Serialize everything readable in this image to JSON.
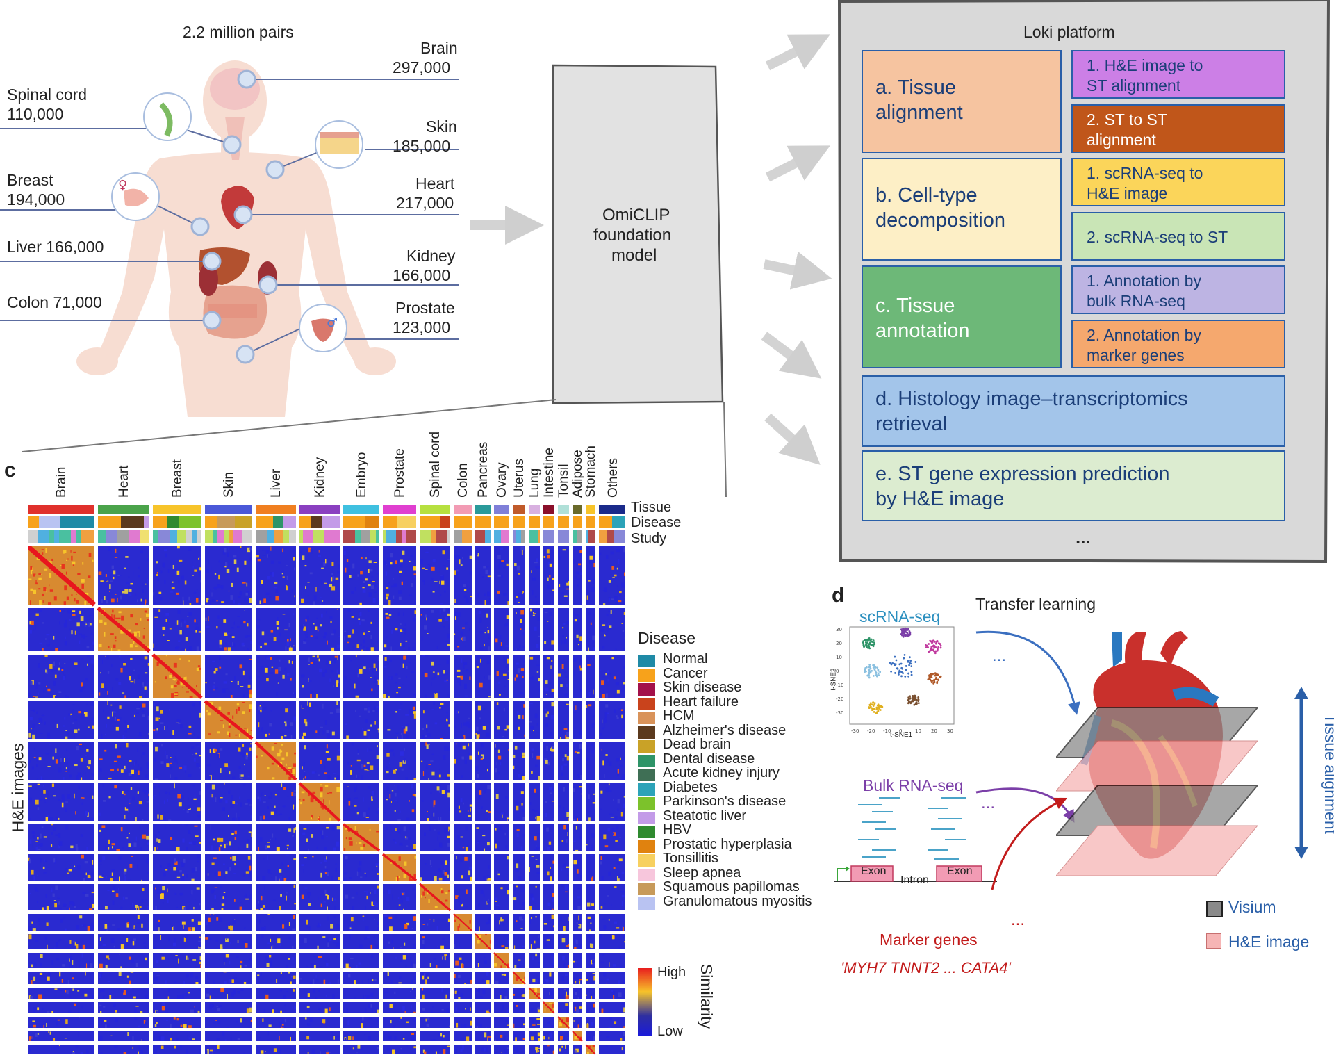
{
  "panel_a": {
    "title": "2.2 million pairs",
    "organs": [
      {
        "name": "Brain",
        "count": "297,000"
      },
      {
        "name": "Spinal cord",
        "count": "110,000"
      },
      {
        "name": "Skin",
        "count": "185,000"
      },
      {
        "name": "Breast",
        "count": "194,000"
      },
      {
        "name": "Heart",
        "count": "217,000"
      },
      {
        "name": "Liver 166,000",
        "count": ""
      },
      {
        "name": "Kidney",
        "count": "166,000"
      },
      {
        "name": "Colon 71,000",
        "count": ""
      },
      {
        "name": "Prostate",
        "count": "123,000"
      }
    ]
  },
  "model": {
    "line1": "OmiCLIP",
    "line2": "foundation",
    "line3": "model"
  },
  "platform": {
    "title": "Loki platform",
    "a": {
      "label_1": "a. Tissue",
      "label_2": "alignment",
      "sub1_1": "1. H&E image to",
      "sub1_2": "ST alignment",
      "sub2_1": "2. ST to ST",
      "sub2_2": "alignment"
    },
    "b": {
      "label_1": "b. Cell-type",
      "label_2": "decomposition",
      "sub1_1": "1. scRNA-seq to",
      "sub1_2": "H&E image",
      "sub2_1": "2. scRNA-seq to ST"
    },
    "c": {
      "label_1": "c. Tissue",
      "label_2": "annotation",
      "sub1_1": "1. Annotation by",
      "sub1_2": "bulk RNA-seq",
      "sub2_1": "2. Annotation by",
      "sub2_2": "marker genes"
    },
    "d": {
      "label_1": "d. Histology image–transcriptomics",
      "label_2": "retrieval"
    },
    "e": {
      "label_1": "e. ST gene expression prediction",
      "label_2": "by H&E image"
    },
    "ellipsis": "..."
  },
  "panel_c": {
    "letter": "c",
    "columns": [
      "Brain",
      "Heart",
      "Breast",
      "Skin",
      "Liver",
      "Kidney",
      "Embryo",
      "Prostate",
      "Spinal cord",
      "Colon",
      "Pancreas",
      "Ovary",
      "Uterus",
      "Lung",
      "Intestine",
      "Tonsil",
      "Adipose",
      "Stomach",
      "Others"
    ],
    "track_labels": [
      "Tissue",
      "Disease",
      "Study"
    ],
    "y_label": "H&E images",
    "legend_title": "Disease",
    "diseases": [
      {
        "name": "Normal",
        "color": "#1f8aa6"
      },
      {
        "name": "Cancer",
        "color": "#f7a21b"
      },
      {
        "name": "Skin disease",
        "color": "#a3114a"
      },
      {
        "name": "Heart failure",
        "color": "#c9431c"
      },
      {
        "name": "HCM",
        "color": "#d9935a"
      },
      {
        "name": "Alzheimer's disease",
        "color": "#5b3a1e"
      },
      {
        "name": "Dead brain",
        "color": "#c9a227"
      },
      {
        "name": "Dental disease",
        "color": "#2e9468"
      },
      {
        "name": "Acute kidney injury",
        "color": "#3f6f55"
      },
      {
        "name": "Diabetes",
        "color": "#2ca3b8"
      },
      {
        "name": "Parkinson's disease",
        "color": "#7cc22b"
      },
      {
        "name": "Steatotic liver",
        "color": "#c39be8"
      },
      {
        "name": "HBV",
        "color": "#2f8a2f"
      },
      {
        "name": "Prostatic hyperplasia",
        "color": "#e0820f"
      },
      {
        "name": "Tonsillitis",
        "color": "#f7d060"
      },
      {
        "name": "Sleep apnea",
        "color": "#f7c6dc"
      },
      {
        "name": "Squamous papillomas",
        "color": "#c79a5a"
      },
      {
        "name": "Granulomatous myositis",
        "color": "#b9c3f2"
      }
    ],
    "scale_title": "Similarity",
    "scale_high": "High",
    "scale_low": "Low"
  },
  "panel_d": {
    "letter": "d",
    "transfer": "Transfer learning",
    "scrna": "scRNA-seq",
    "tsne_x": "t-SNE1",
    "tsne_y": "t-SNE2",
    "tsne_xticks": [
      "-30",
      "-20",
      "-10",
      "0",
      "10",
      "20",
      "30"
    ],
    "tsne_yticks": [
      "30",
      "20",
      "10",
      "0",
      "-10",
      "-20",
      "-30"
    ],
    "bulk": "Bulk RNA-seq",
    "exon1": "Exon",
    "intron": "Intron",
    "exon2": "Exon",
    "marker": "Marker genes",
    "marker_list": "'MYH7 TNNT2 ... CATA4'",
    "dots": "...",
    "axis_label": "Tissue alignment",
    "legend_visium": "Visium",
    "legend_he": "H&E image"
  }
}
